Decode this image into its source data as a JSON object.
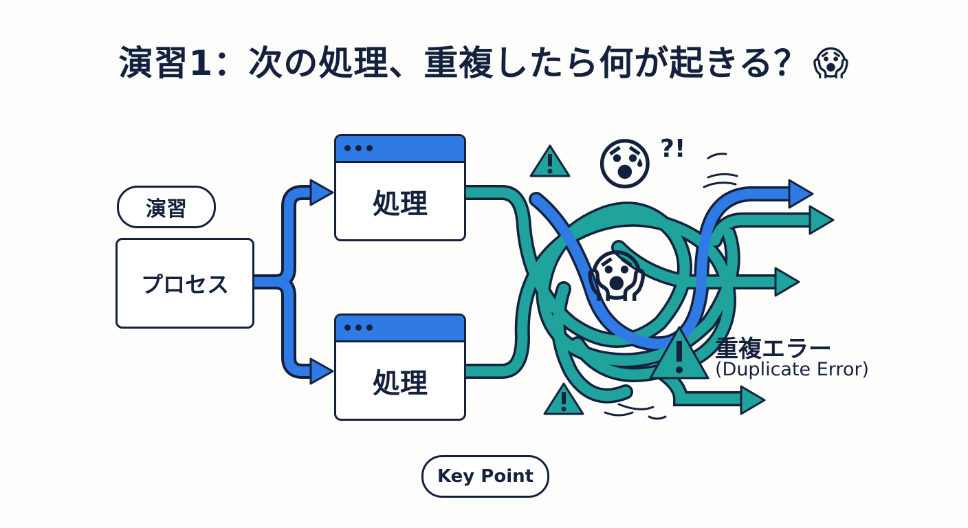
{
  "title": {
    "text": "演習1：次の処理、重複したら何が起きる？",
    "emoji": "😱"
  },
  "tag_label": "演習",
  "process_box": {
    "label": "プロセス"
  },
  "windows": [
    {
      "label": "処理"
    },
    {
      "label": "処理"
    }
  ],
  "chaos": {
    "worried_emoji": "😰",
    "scream_emoji": "😱",
    "question_marks": "?!"
  },
  "error": {
    "label": "重複エラー",
    "sub_label": "(Duplicate Error)"
  },
  "key_point": "Key Point",
  "colors": {
    "primary_blue": "#2f7ae5",
    "teal": "#1fa39c",
    "navy": "#14213d"
  }
}
